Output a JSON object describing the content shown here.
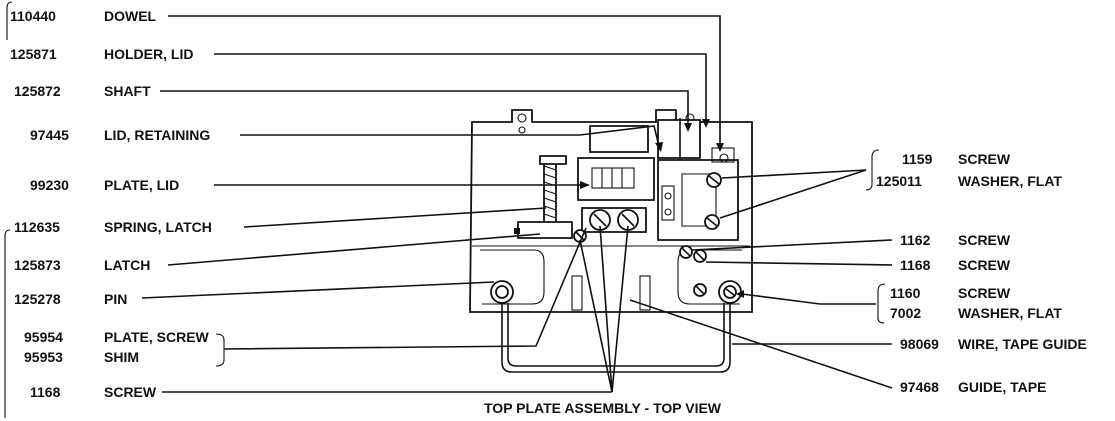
{
  "caption": "TOP PLATE ASSEMBLY - TOP VIEW",
  "colors": {
    "ink": "#111111",
    "paper": "#ffffff"
  },
  "left_callouts": [
    {
      "number": "110440",
      "name": "DOWEL"
    },
    {
      "number": "125871",
      "name": "HOLDER, LID"
    },
    {
      "number": "125872",
      "name": "SHAFT"
    },
    {
      "number": "97445",
      "name": "LID, RETAINING"
    },
    {
      "number": "99230",
      "name": "PLATE, LID"
    },
    {
      "number": "112635",
      "name": "SPRING, LATCH"
    },
    {
      "number": "125873",
      "name": "LATCH"
    },
    {
      "number": "125278",
      "name": "PIN"
    },
    {
      "number": "95954",
      "name": "PLATE, SCREW"
    },
    {
      "number": "95953",
      "name": "SHIM"
    },
    {
      "number": "1168",
      "name": "SCREW"
    }
  ],
  "right_callouts": [
    {
      "number": "1159",
      "name": "SCREW"
    },
    {
      "number": "125011",
      "name": "WASHER, FLAT"
    },
    {
      "number": "1162",
      "name": "SCREW"
    },
    {
      "number": "1168",
      "name": "SCREW"
    },
    {
      "number": "1160",
      "name": "SCREW"
    },
    {
      "number": "7002",
      "name": "WASHER, FLAT"
    },
    {
      "number": "98069",
      "name": "WIRE, TAPE GUIDE"
    },
    {
      "number": "97468",
      "name": "GUIDE, TAPE"
    }
  ]
}
